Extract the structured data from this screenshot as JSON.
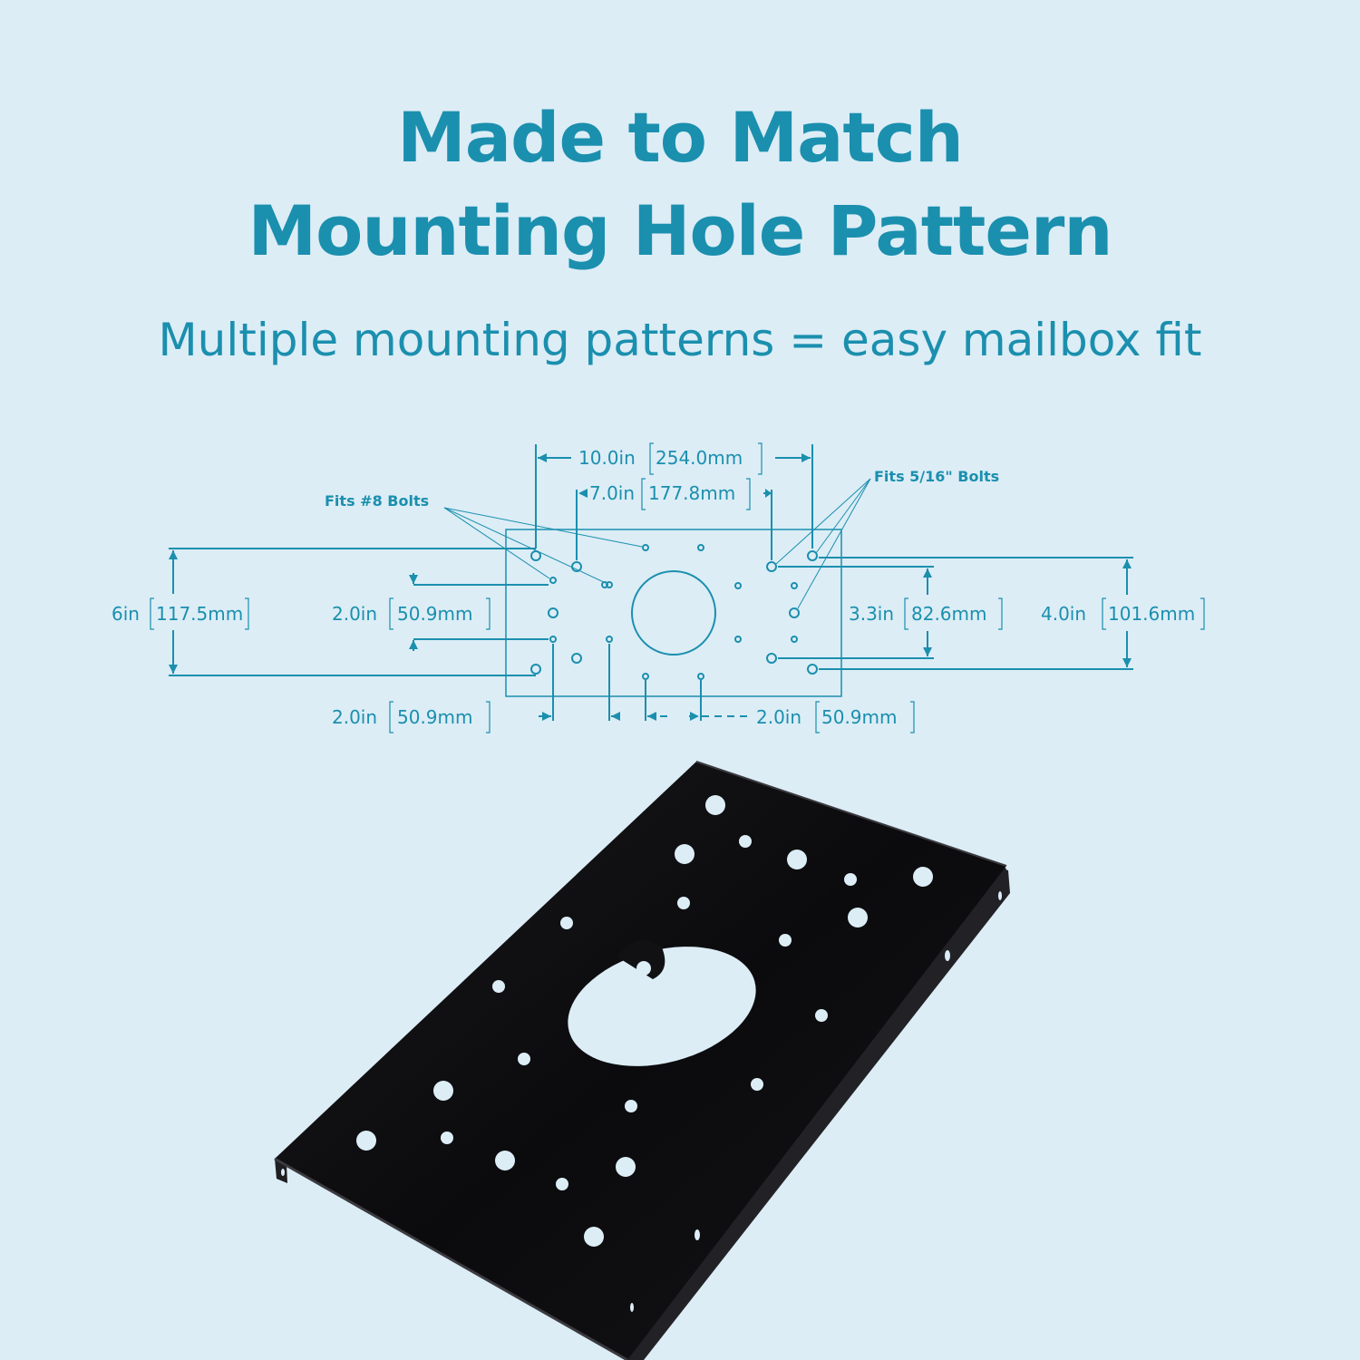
{
  "heading": {
    "line1": "Made to Match",
    "line2": "Mounting Hole Pattern"
  },
  "subheading": "Multiple mounting patterns = easy mailbox fit",
  "diagram": {
    "callouts": {
      "bolts_8": "Fits #8 Bolts",
      "bolts_516": "Fits 5/16\" Bolts"
    },
    "dimensions": {
      "top_outer": {
        "in": "10.0in",
        "mm": "254.0mm"
      },
      "top_inner": {
        "in": "7.0in",
        "mm": "177.8mm"
      },
      "left_height": {
        "in": "6in",
        "mm": "117.5mm"
      },
      "left_inner": {
        "in": "2.0in",
        "mm": "50.9mm"
      },
      "right_inner": {
        "in": "3.3in",
        "mm": "82.6mm"
      },
      "right_outer": {
        "in": "4.0in",
        "mm": "101.6mm"
      },
      "bottom_left": {
        "in": "2.0in",
        "mm": "50.9mm"
      },
      "bottom_right": {
        "in": "2.0in",
        "mm": "50.9mm"
      }
    }
  },
  "colors": {
    "accent": "#1b8fae",
    "background": "#dcedf6",
    "plate": "#0d0d0f"
  }
}
